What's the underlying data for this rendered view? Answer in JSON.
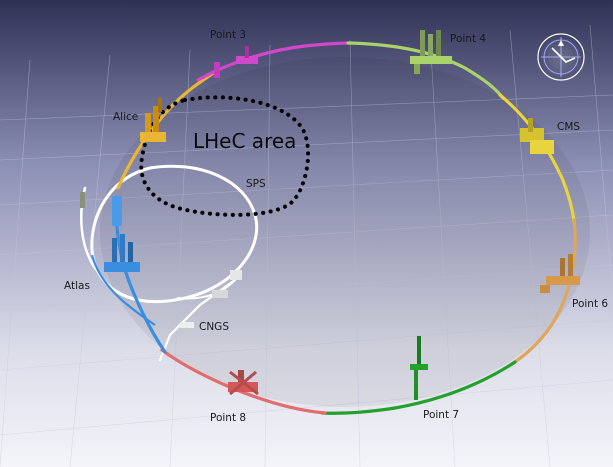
{
  "labels": {
    "point3": "Point 3",
    "point4": "Point 4",
    "alice": "Alice",
    "lhec_area": "LHeC area",
    "sps": "SPS",
    "cms": "CMS",
    "atlas": "Atlas",
    "point6": "Point 6",
    "cngs": "CNGS",
    "point8": "Point 8",
    "point7": "Point 7"
  },
  "icons": {
    "compass": "compass-icon"
  },
  "colors": {
    "background_top": "#2e3054",
    "background_bottom": "#f4f4fa",
    "grid": "#bfc2d8",
    "segment_alice": "#e8b634",
    "segment_point3": "#d248cc",
    "segment_point4": "#a9d36a",
    "segment_cms": "#e8d53e",
    "segment_point6": "#e0a65a",
    "segment_point7": "#24a02c",
    "segment_point8": "#e36c6c",
    "segment_atlas": "#3a8ee0",
    "sps_ring": "#ffffff",
    "lhec_outline": "#000000"
  }
}
